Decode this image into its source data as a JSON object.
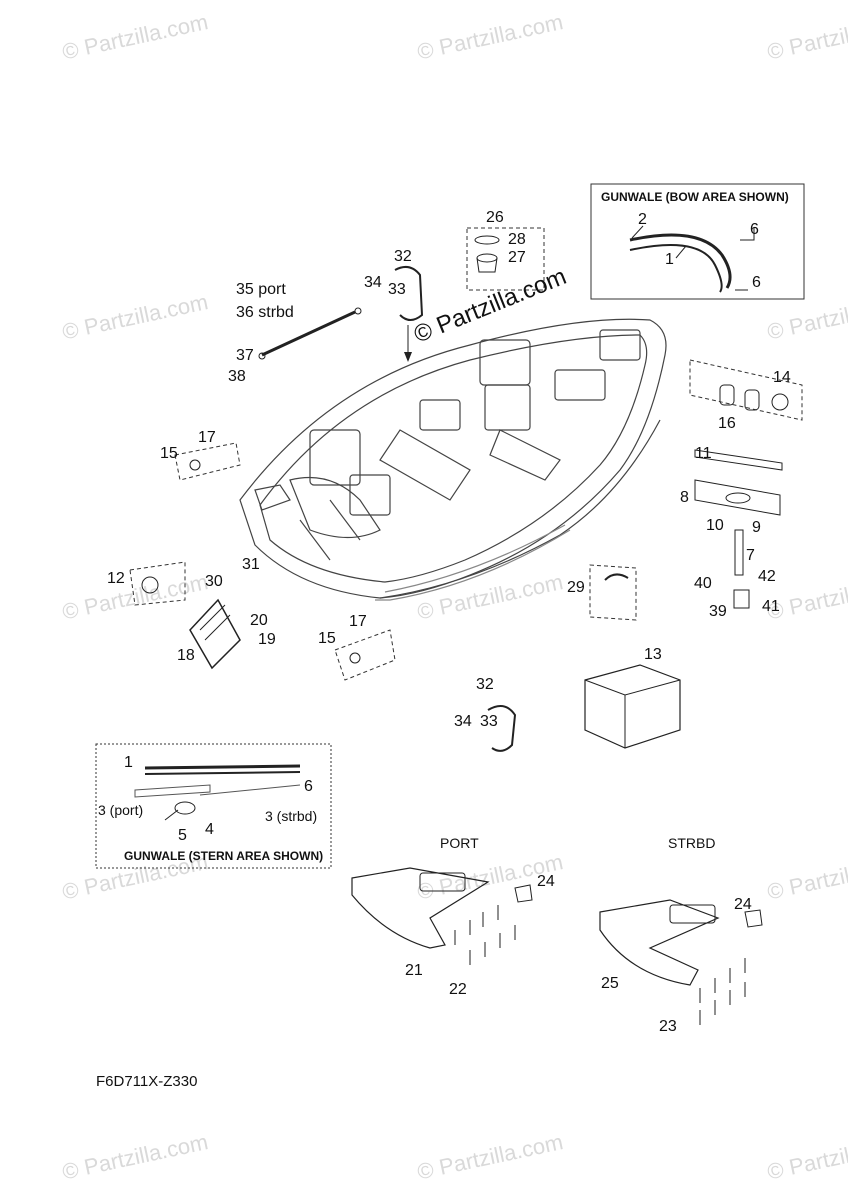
{
  "watermark": "© Partzilla.com",
  "center_watermark": "© Partzilla.com",
  "diagram_code": "F6D711X-Z330",
  "bow_box_title": "GUNWALE (BOW AREA SHOWN)",
  "stern_box_title": "GUNWALE (STERN AREA SHOWN)",
  "port_label": "PORT",
  "strbd_label": "STRBD",
  "callouts": {
    "c1": "1",
    "c2": "2",
    "c6a": "6",
    "c6b": "6",
    "c26": "26",
    "c28": "28",
    "c27": "27",
    "c32a": "32",
    "c34a": "34",
    "c33a": "33",
    "c35": "35 port",
    "c36": "36 strbd",
    "c37": "37",
    "c38": "38",
    "c14": "14",
    "c16": "16",
    "c15a": "15",
    "c17a": "17",
    "c11": "11",
    "c8": "8",
    "c10": "10",
    "c9": "9",
    "c7": "7",
    "c40": "40",
    "c42": "42",
    "c39": "39",
    "c41": "41",
    "c12": "12",
    "c30": "30",
    "c31": "31",
    "c20": "20",
    "c19": "19",
    "c18": "18",
    "c15b": "15",
    "c17b": "17",
    "c29": "29",
    "c13": "13",
    "c32b": "32",
    "c34b": "34",
    "c33b": "33",
    "s1": "1",
    "s6": "6",
    "s3p": "3 (port)",
    "s3s": "3 (strbd)",
    "s4": "4",
    "s5": "5",
    "c24a": "24",
    "c21": "21",
    "c22": "22",
    "c24b": "24",
    "c25": "25",
    "c23": "23"
  }
}
